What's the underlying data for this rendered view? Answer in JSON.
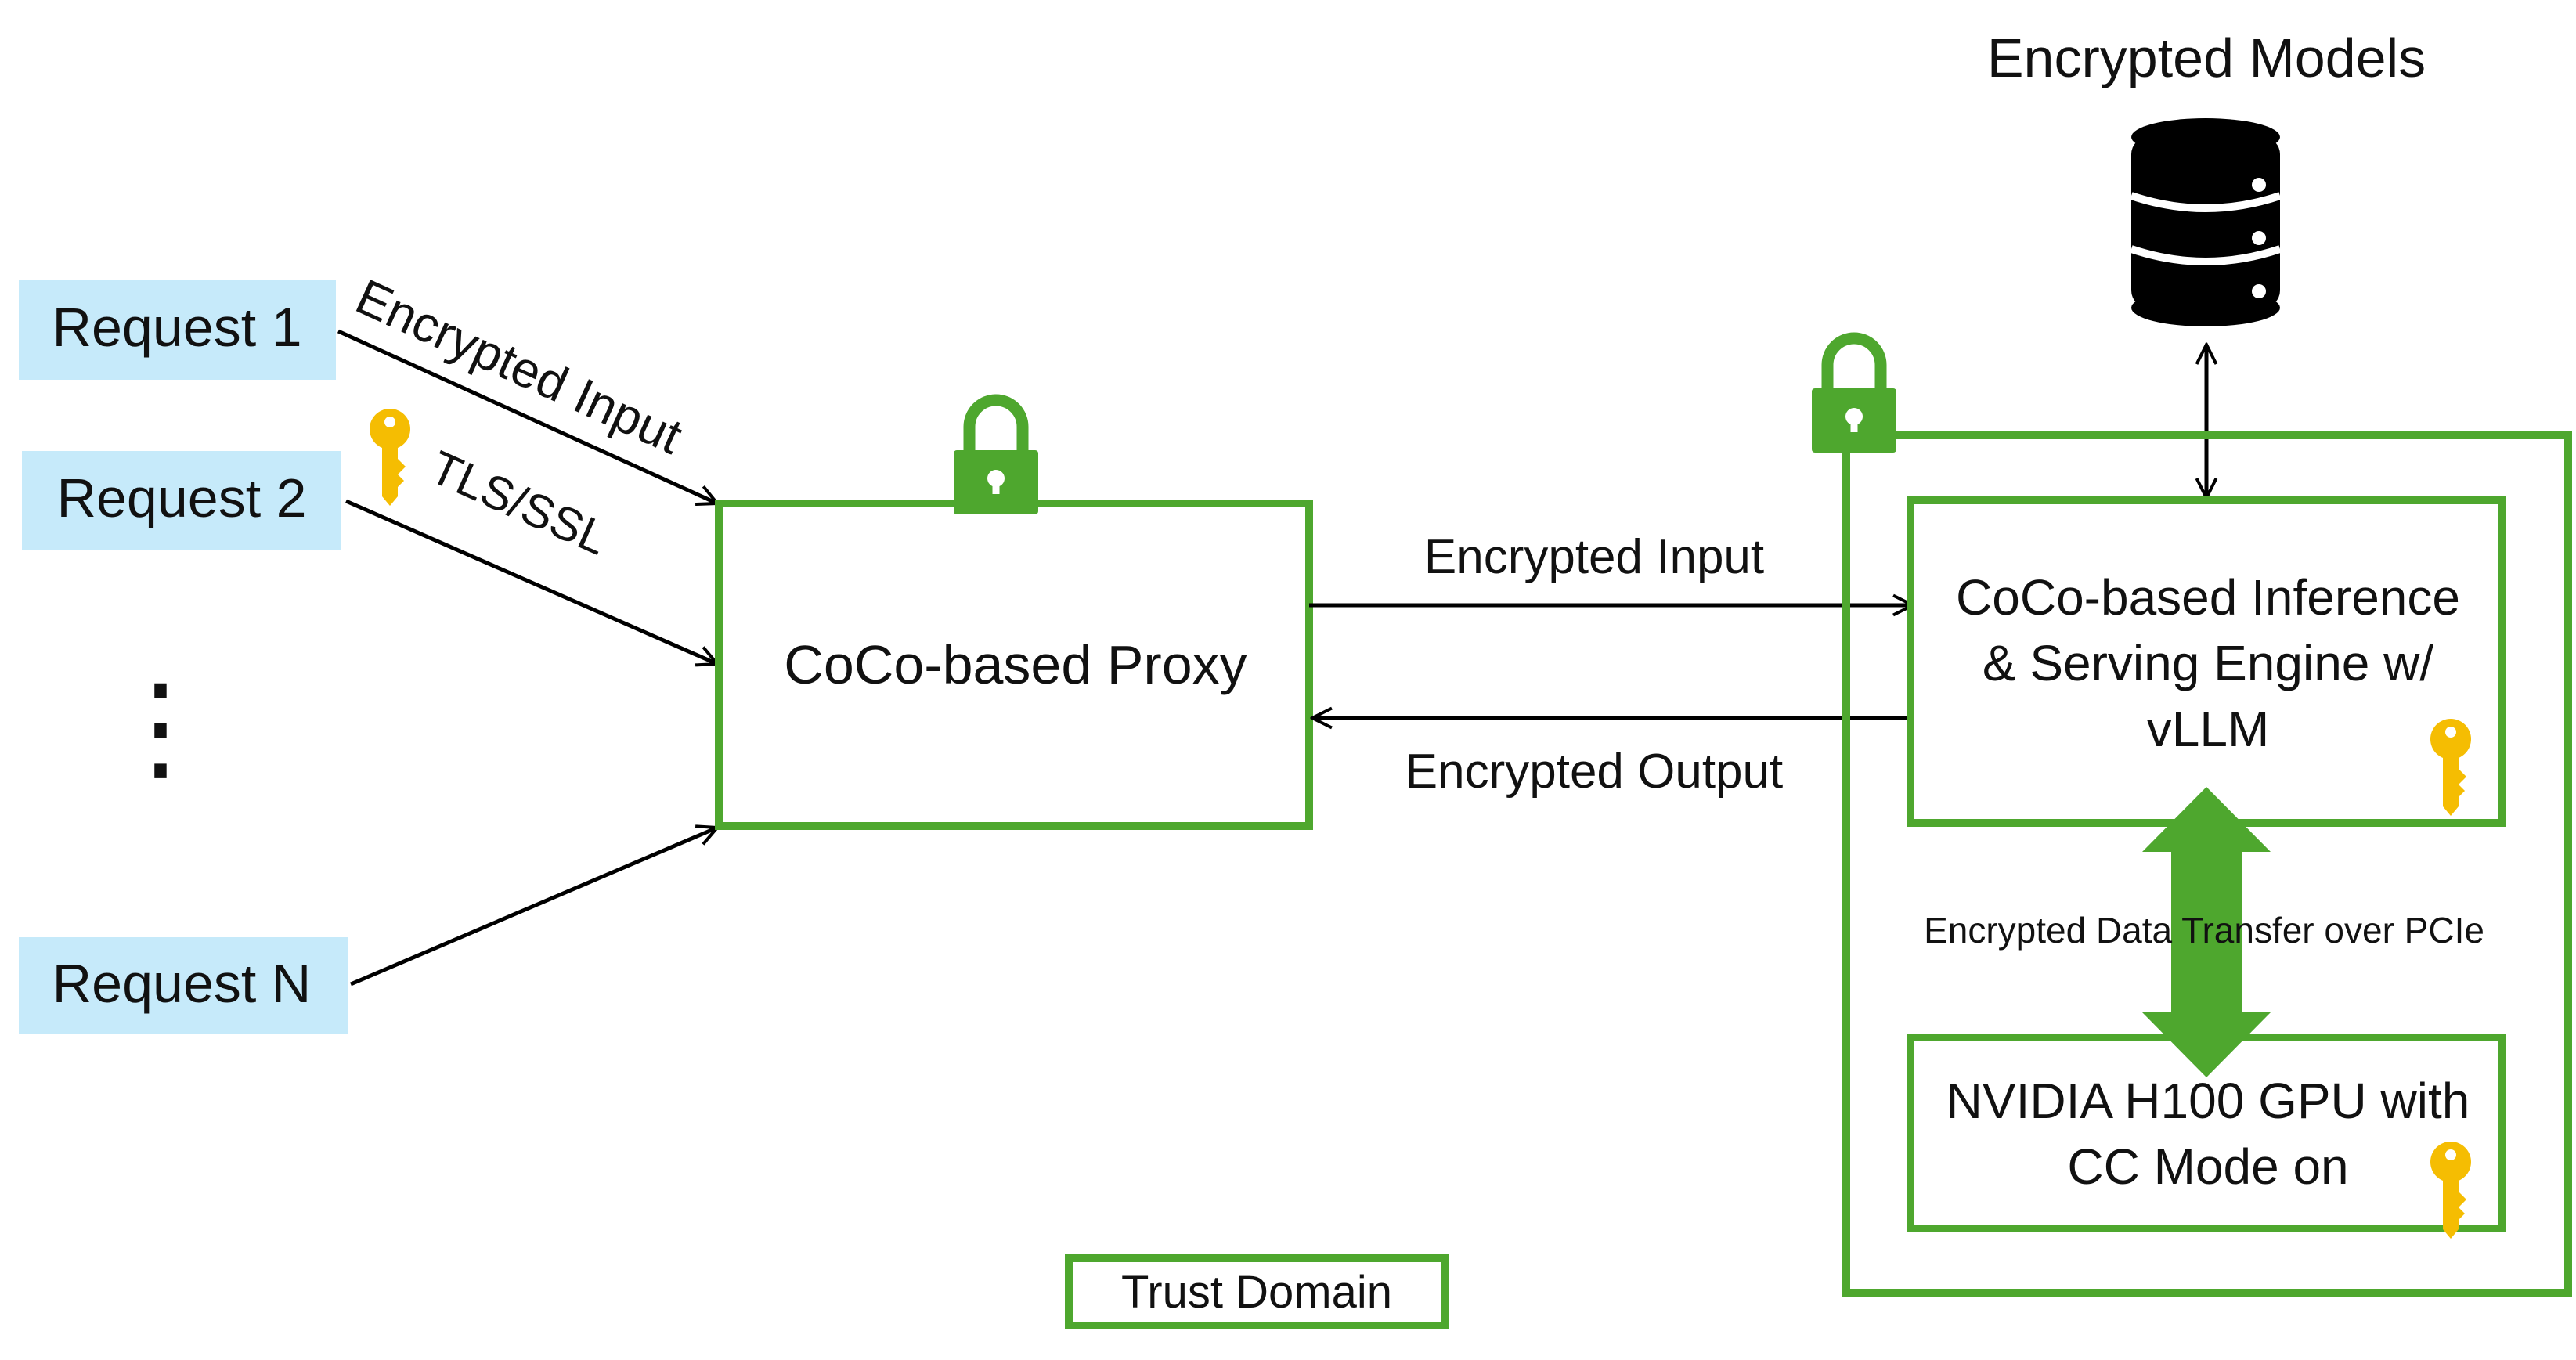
{
  "colors": {
    "trust_green": "#4ea72e",
    "request_bg": "#c6eafa",
    "key_gold": "#f5bd02",
    "db_black": "#000000",
    "arrow": "#000000"
  },
  "requests": [
    {
      "label": "Request 1"
    },
    {
      "label": "Request 2"
    },
    {
      "label": "Request N"
    }
  ],
  "ellipsis": "⋮",
  "labels": {
    "encrypted_input_diag": "Encrypted Input",
    "tls_ssl": "TLS/SSL",
    "proxy": "CoCo-based Proxy",
    "encrypted_input": "Encrypted Input",
    "encrypted_output": "Encrypted Output",
    "encrypted_models": "Encrypted Models",
    "engine_line1": "CoCo-based Inference",
    "engine_line2": "& Serving Engine w/",
    "engine_line3": "vLLM",
    "pcie_transfer": "Encrypted Data Transfer over PCIe",
    "gpu_line1": "NVIDIA H100 GPU with",
    "gpu_line2": "CC Mode on",
    "legend_trust_domain": "Trust Domain"
  },
  "icons": {
    "lock": "lock-icon",
    "key": "key-icon",
    "database": "database-icon"
  }
}
